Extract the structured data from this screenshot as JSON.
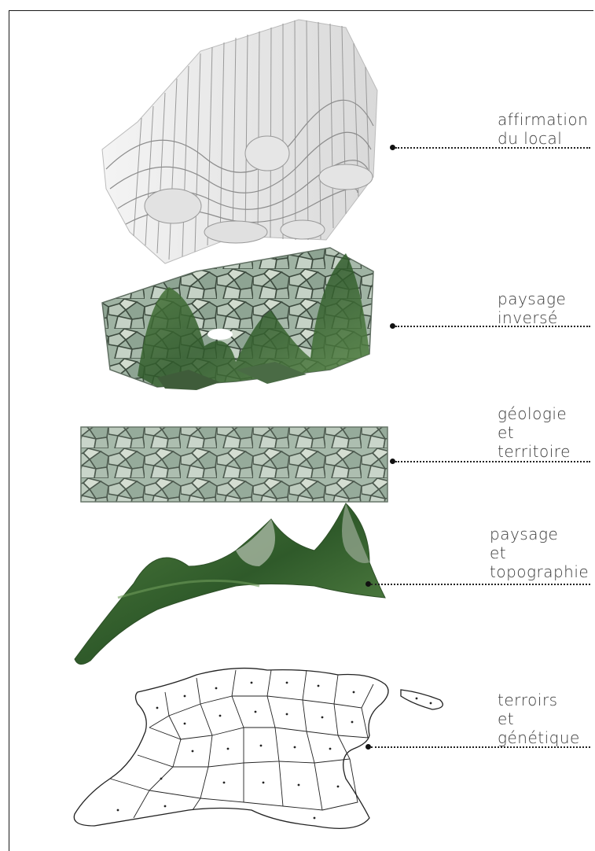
{
  "layers": [
    {
      "id": "affirmation",
      "lines": [
        "affirmation",
        "du local"
      ]
    },
    {
      "id": "paysage-inverse",
      "lines": [
        "paysage",
        "inversé"
      ]
    },
    {
      "id": "geologie",
      "lines": [
        "géologie",
        "et",
        "territoire"
      ]
    },
    {
      "id": "topographie",
      "lines": [
        "paysage",
        "et",
        "topographie"
      ]
    },
    {
      "id": "terroirs",
      "lines": [
        "terroirs",
        "et",
        "génétique"
      ]
    }
  ]
}
